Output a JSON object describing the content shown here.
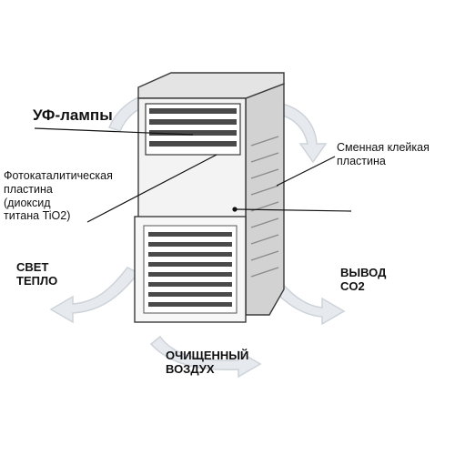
{
  "labels": {
    "uv_lamps": "УФ-лампы",
    "photocatalytic_plate": "Фотокаталитическая\nпластина\n(диоксид\nтитана TiO2)",
    "sticky_plate": "Сменная клейкая\nпластина",
    "light_heat": "СВЕТ\nТЕПЛО",
    "co2_output": "ВЫВОД\nCO2",
    "clean_air": "ОЧИЩЕННЫЙ\nВОЗДУХ"
  },
  "colors": {
    "outline": "#3a3a3a",
    "body_front": "#f3f3f3",
    "body_side": "#d2d2d2",
    "arrow_fill": "#e6eaee",
    "arrow_stroke": "#cdd3d9",
    "slat": "#4a4a4a"
  }
}
